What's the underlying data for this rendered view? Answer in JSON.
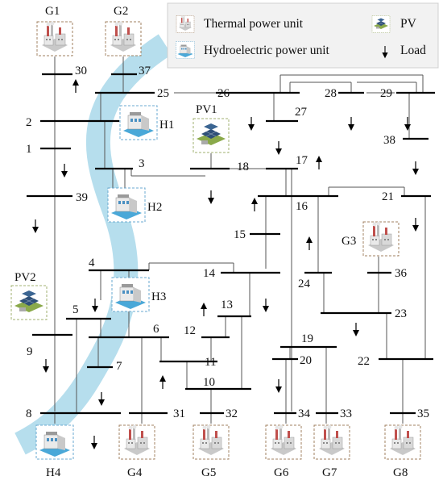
{
  "legend": {
    "thermal_label": "Thermal power unit",
    "pv_label": "PV",
    "hydro_label": "Hydroelectric power unit",
    "load_label": "Load"
  },
  "generators": {
    "g1": "G1",
    "g2": "G2",
    "g4": "G4",
    "g5": "G5",
    "g6": "G6",
    "g7": "G7",
    "g8": "G8",
    "g3": "G3",
    "h1": "H1",
    "h2": "H2",
    "h3": "H3",
    "h4": "H4",
    "pv1": "PV1",
    "pv2": "PV2"
  },
  "buses": {
    "b1": "1",
    "b2": "2",
    "b3": "3",
    "b4": "4",
    "b5": "5",
    "b6": "6",
    "b7": "7",
    "b8": "8",
    "b9": "9",
    "b10": "10",
    "b11": "11",
    "b12": "12",
    "b13": "13",
    "b14": "14",
    "b15": "15",
    "b16": "16",
    "b17": "17",
    "b18": "18",
    "b19": "19",
    "b20": "20",
    "b21": "21",
    "b22": "22",
    "b23": "23",
    "b24": "24",
    "b25": "25",
    "b26": "26",
    "b27": "27",
    "b28": "28",
    "b29": "29",
    "b30": "30",
    "b31": "31",
    "b32": "32",
    "b33": "33",
    "b34": "34",
    "b35": "35",
    "b36": "36",
    "b37": "37",
    "b38": "38",
    "b39": "39"
  },
  "colors": {
    "thermal_border": "#a08060",
    "hydro_border": "#6aaad0",
    "pv_border": "#a0b070",
    "river": "#a9d8ea"
  }
}
